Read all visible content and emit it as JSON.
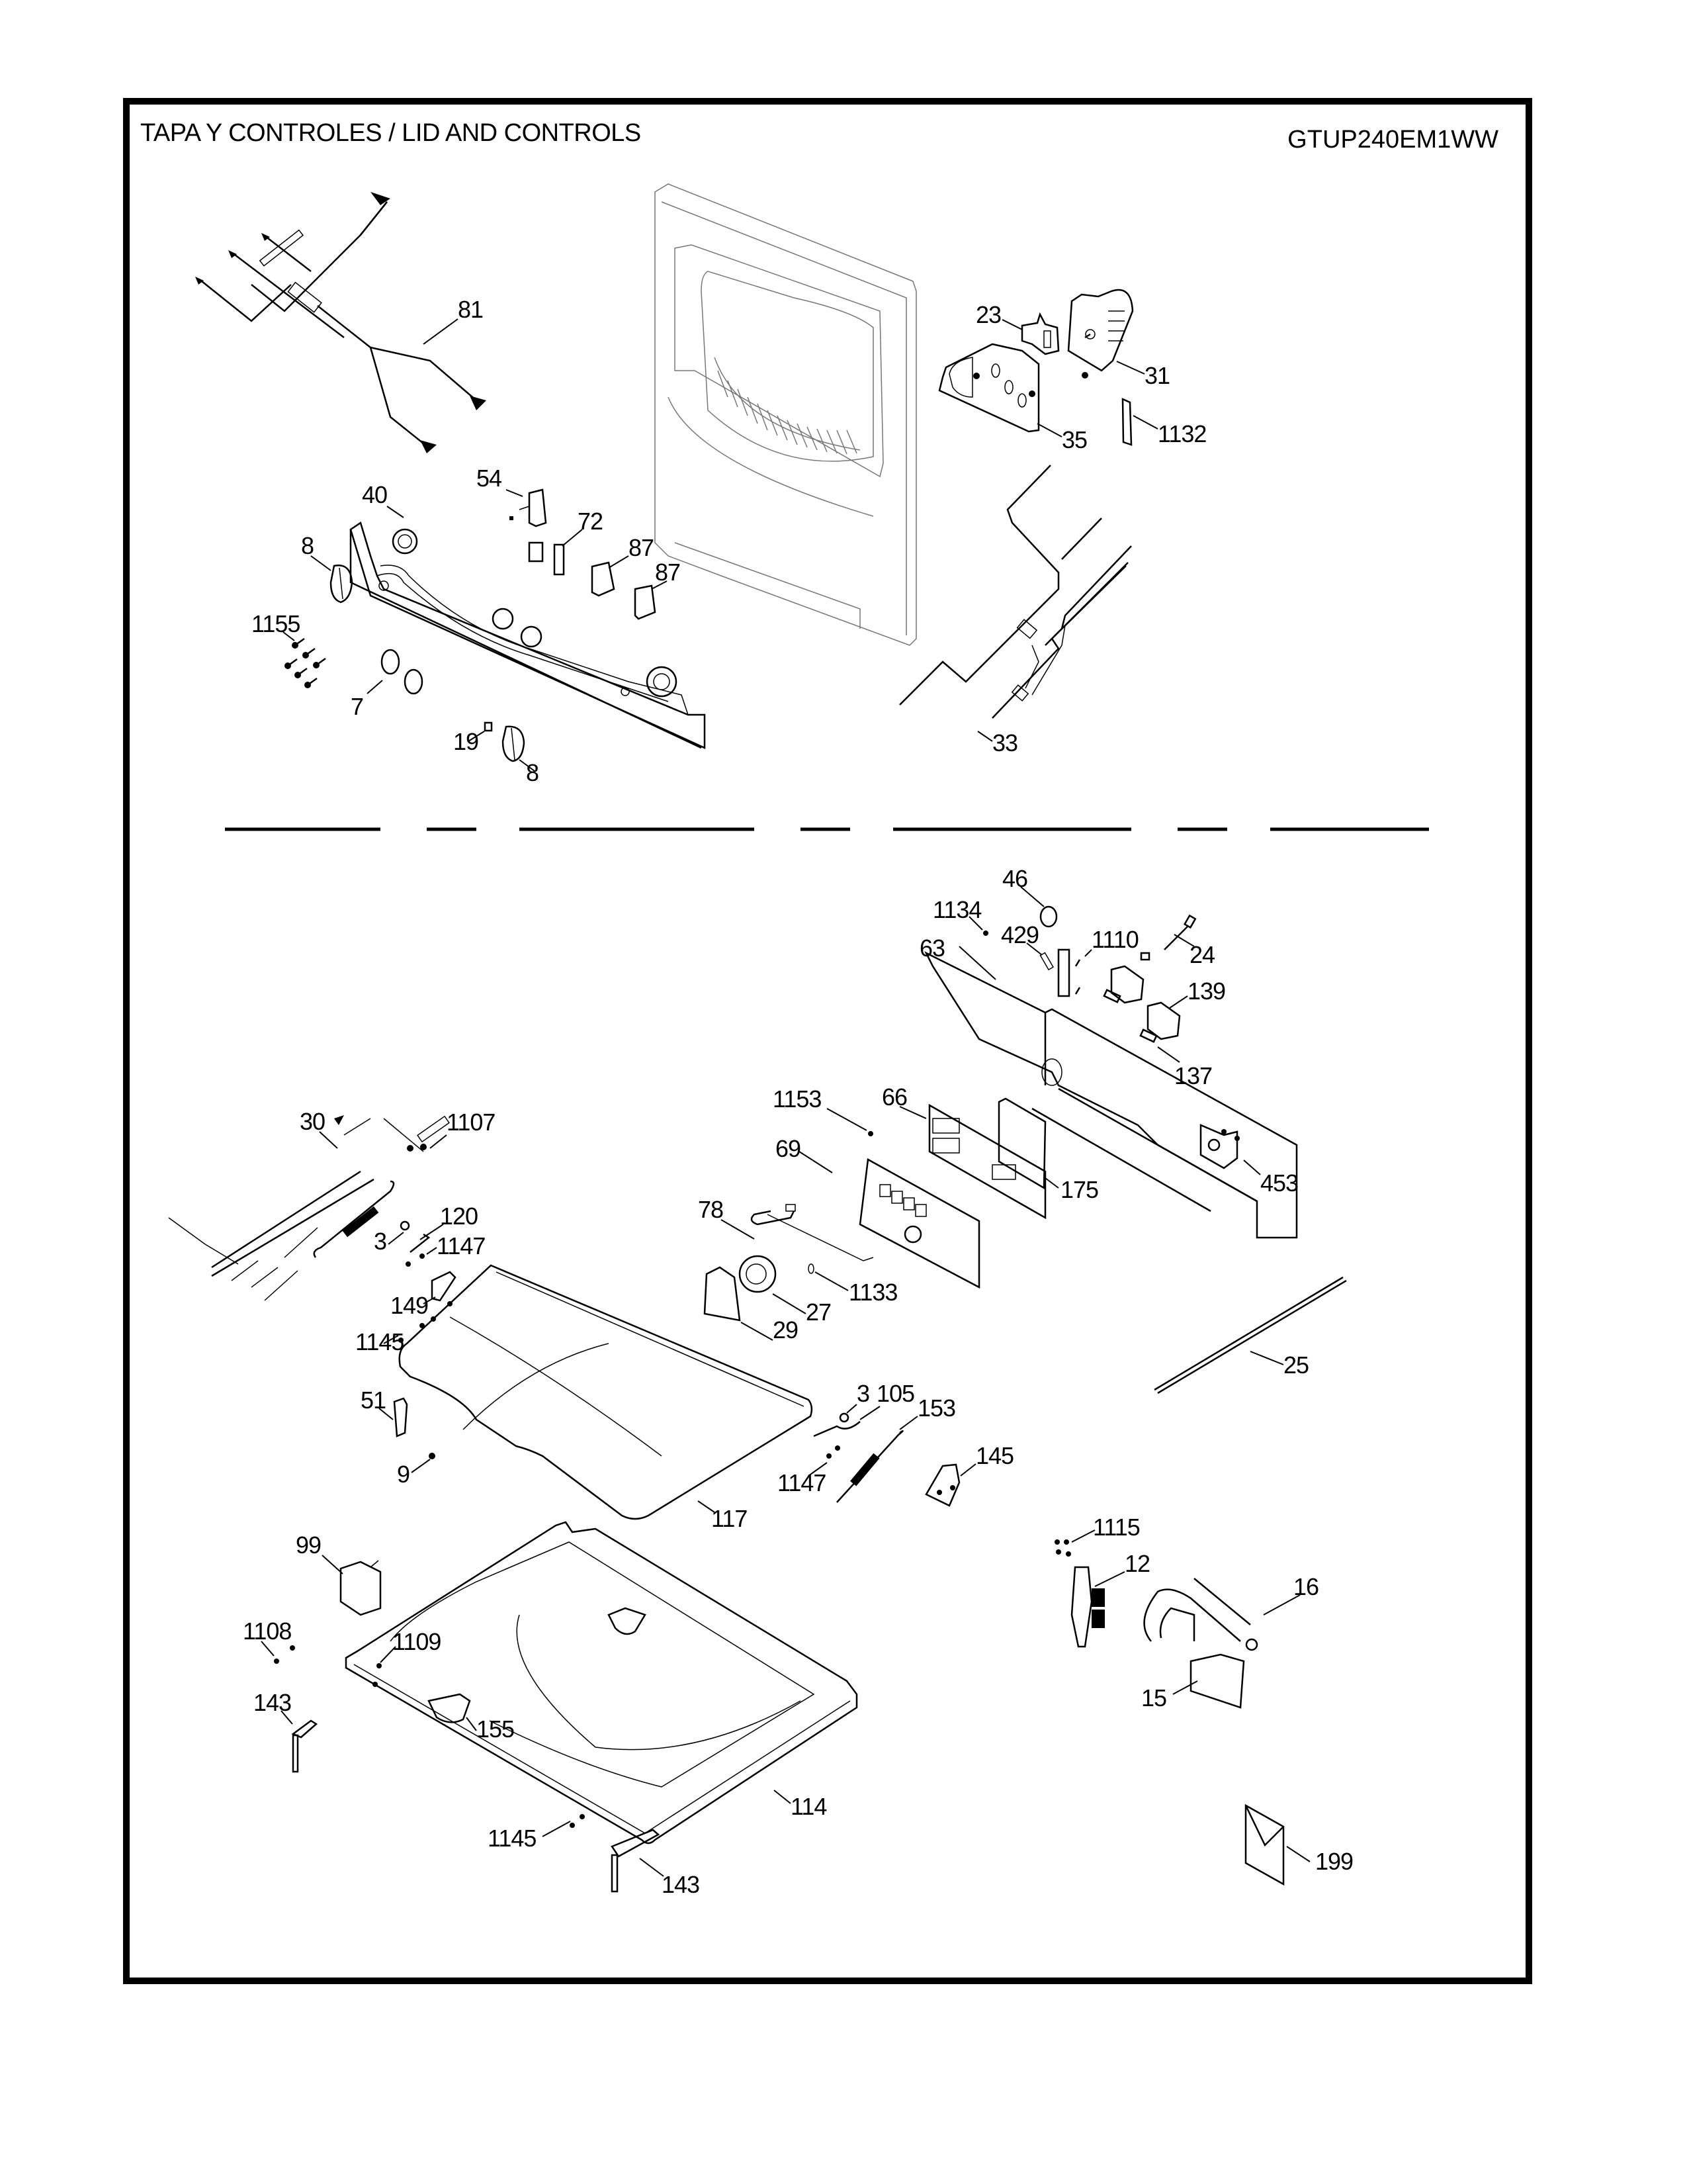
{
  "header": {
    "title": "TAPA Y  CONTROLES / LID AND CONTROLS",
    "model": "GTUP240EM1WW"
  },
  "callouts": {
    "p81": "81",
    "p23": "23",
    "p31": "31",
    "p35": "35",
    "p1132": "1132",
    "p54": "54",
    "p40": "40",
    "p72": "72",
    "p87a": "87",
    "p87b": "87",
    "p8a": "8",
    "p1155": "1155",
    "p7": "7",
    "p19": "19",
    "p8b": "8",
    "p33": "33",
    "p46": "46",
    "p1134": "1134",
    "p429": "429",
    "p1110": "1110",
    "p24": "24",
    "p63": "63",
    "p139": "139",
    "p137": "137",
    "p1153": "1153",
    "p66": "66",
    "p30": "30",
    "p1107": "1107",
    "p69": "69",
    "p175": "175",
    "p453": "453",
    "p78": "78",
    "p120": "120",
    "p3a": "3",
    "p1147a": "1147",
    "p1133": "1133",
    "p27": "27",
    "p149": "149",
    "p29": "29",
    "p1145a": "1145",
    "p25": "25",
    "p51": "51",
    "p3b": "3",
    "p105": "105",
    "p153": "153",
    "p145": "145",
    "p9": "9",
    "p1147b": "1147",
    "p117": "117",
    "p1115": "1115",
    "p99": "99",
    "p12": "12",
    "p16": "16",
    "p1108": "1108",
    "p1109": "1109",
    "p15": "15",
    "p143a": "143",
    "p155": "155",
    "p114": "114",
    "p199": "199",
    "p1145b": "1145",
    "p143b": "143"
  }
}
